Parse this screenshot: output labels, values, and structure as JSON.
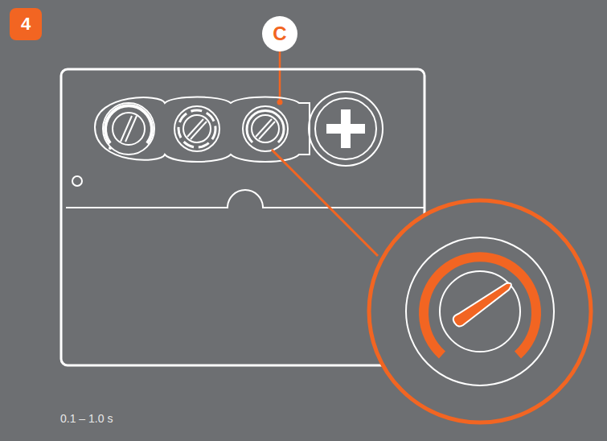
{
  "diagram": {
    "nodes": [
      {
        "text": [
          "4"
        ]
      },
      {
        "text": [
          "C"
        ]
      }
    ],
    "labels": [
      "0.1 – 1.0 s"
    ]
  }
}
